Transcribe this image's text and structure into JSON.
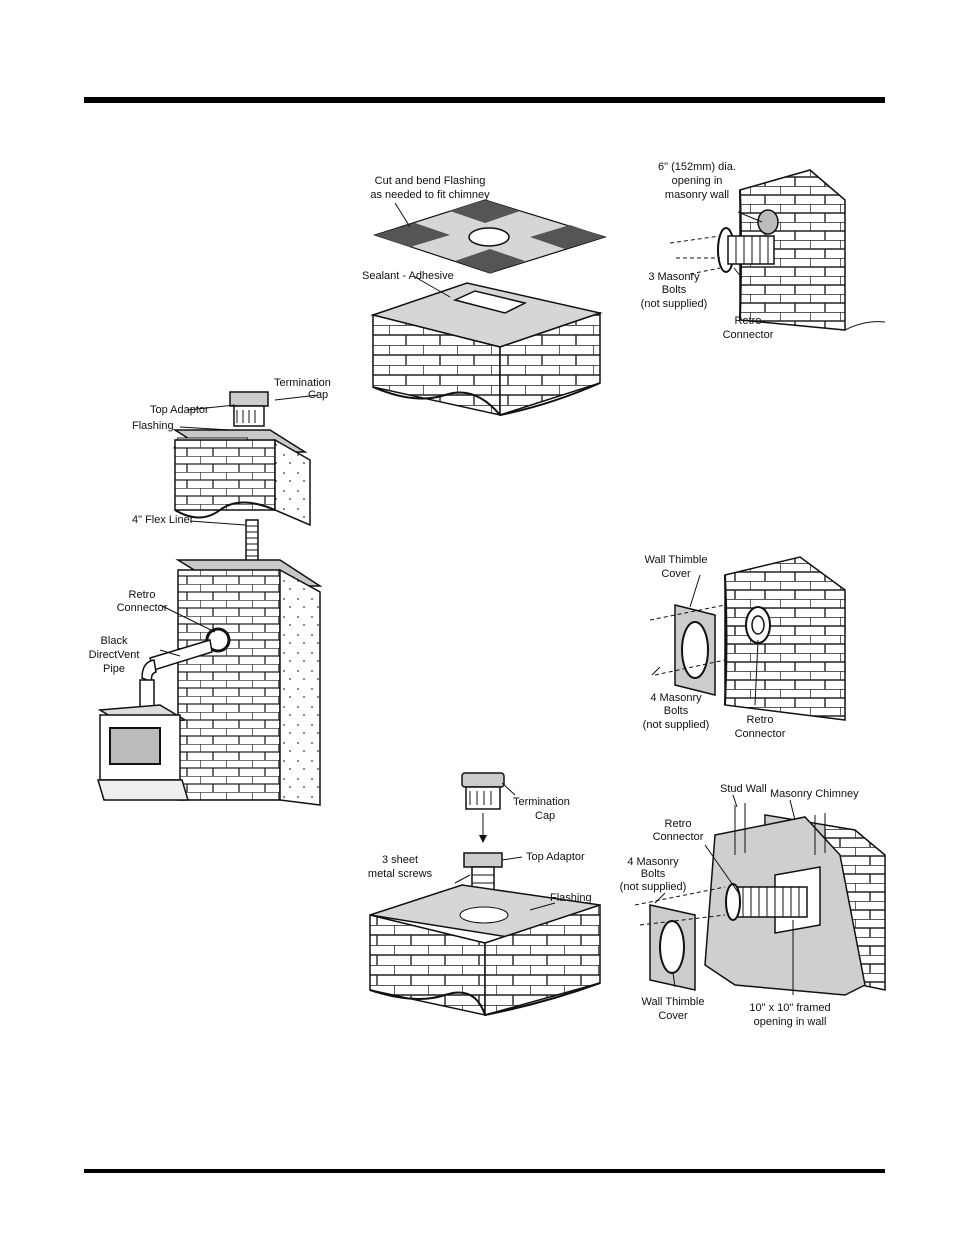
{
  "labels": {
    "termination_cap": [
      "Termination",
      "Cap"
    ],
    "top_adaptor": "Top Adaptor",
    "flashing": "Flashing",
    "flex_liner": "4\" Flex Liner",
    "retro_connector": [
      "Retro",
      "Connector"
    ],
    "black_pipe": [
      "Black",
      "DirectVent",
      "Pipe"
    ],
    "cut_bend": [
      "Cut and bend Flashing",
      "as needed to fit chimney"
    ],
    "sealant": "Sealant - Adhesive",
    "opening": [
      "6\" (152mm) dia.",
      "opening in",
      "masonry wall"
    ],
    "masonry_bolts_3": [
      "3 Masonry",
      "Bolts",
      "(not supplied)"
    ],
    "retro_connector_tr": [
      "Retro",
      "Connector"
    ],
    "wall_thimble_cover": [
      "Wall Thimble",
      "Cover"
    ],
    "masonry_bolts_4": [
      "4 Masonry",
      "Bolts",
      "(not supplied)"
    ],
    "retro_connector_mr": [
      "Retro",
      "Connector"
    ],
    "termination_cap_b": [
      "Termination",
      "Cap"
    ],
    "top_adaptor_b": "Top Adaptor",
    "sheet_screws": [
      "3 sheet",
      "metal screws"
    ],
    "flashing_b": "Flashing",
    "stud_wall": "Stud Wall",
    "masonry_chimney": "Masonry Chimney",
    "retro_connector_br": [
      "Retro",
      "Connector"
    ],
    "masonry_bolts_4b": [
      "4 Masonry",
      "Bolts",
      "(not supplied)"
    ],
    "wall_thimble_cover_b": [
      "Wall Thimble",
      "Cover"
    ],
    "framed_opening": [
      "10\" x 10\" framed",
      "opening in wall"
    ]
  }
}
